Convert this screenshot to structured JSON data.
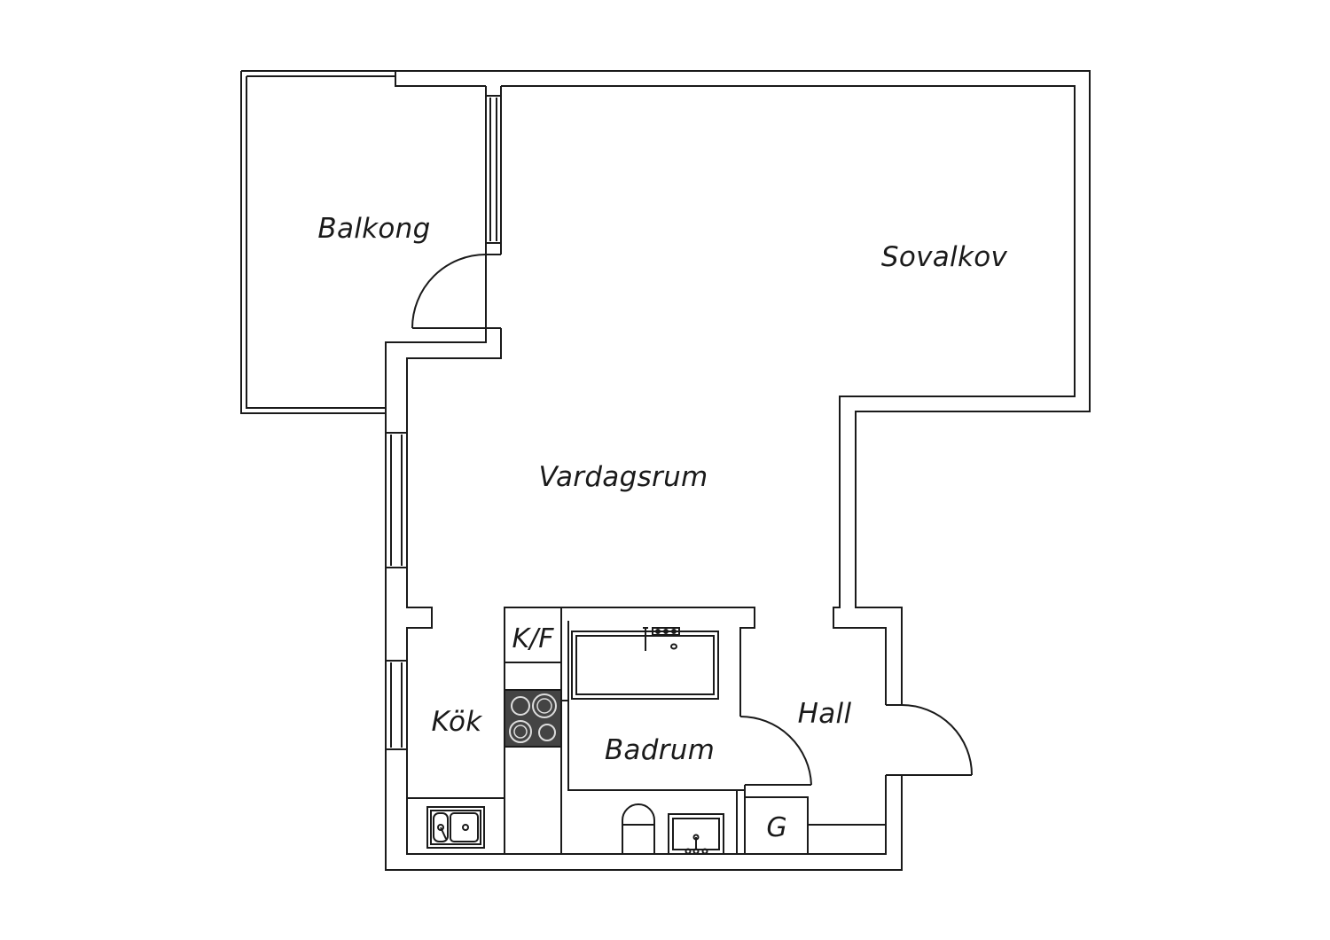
{
  "rooms": {
    "balkong": "Balkong",
    "sovalkov": "Sovalkov",
    "vardagsrum": "Vardagsrum",
    "kok": "Kök",
    "kf": "K/F",
    "badrum": "Badrum",
    "hall": "Hall",
    "g": "G"
  },
  "colors": {
    "line": "#1a1a1a",
    "stove": "#444444",
    "background": "#ffffff"
  }
}
